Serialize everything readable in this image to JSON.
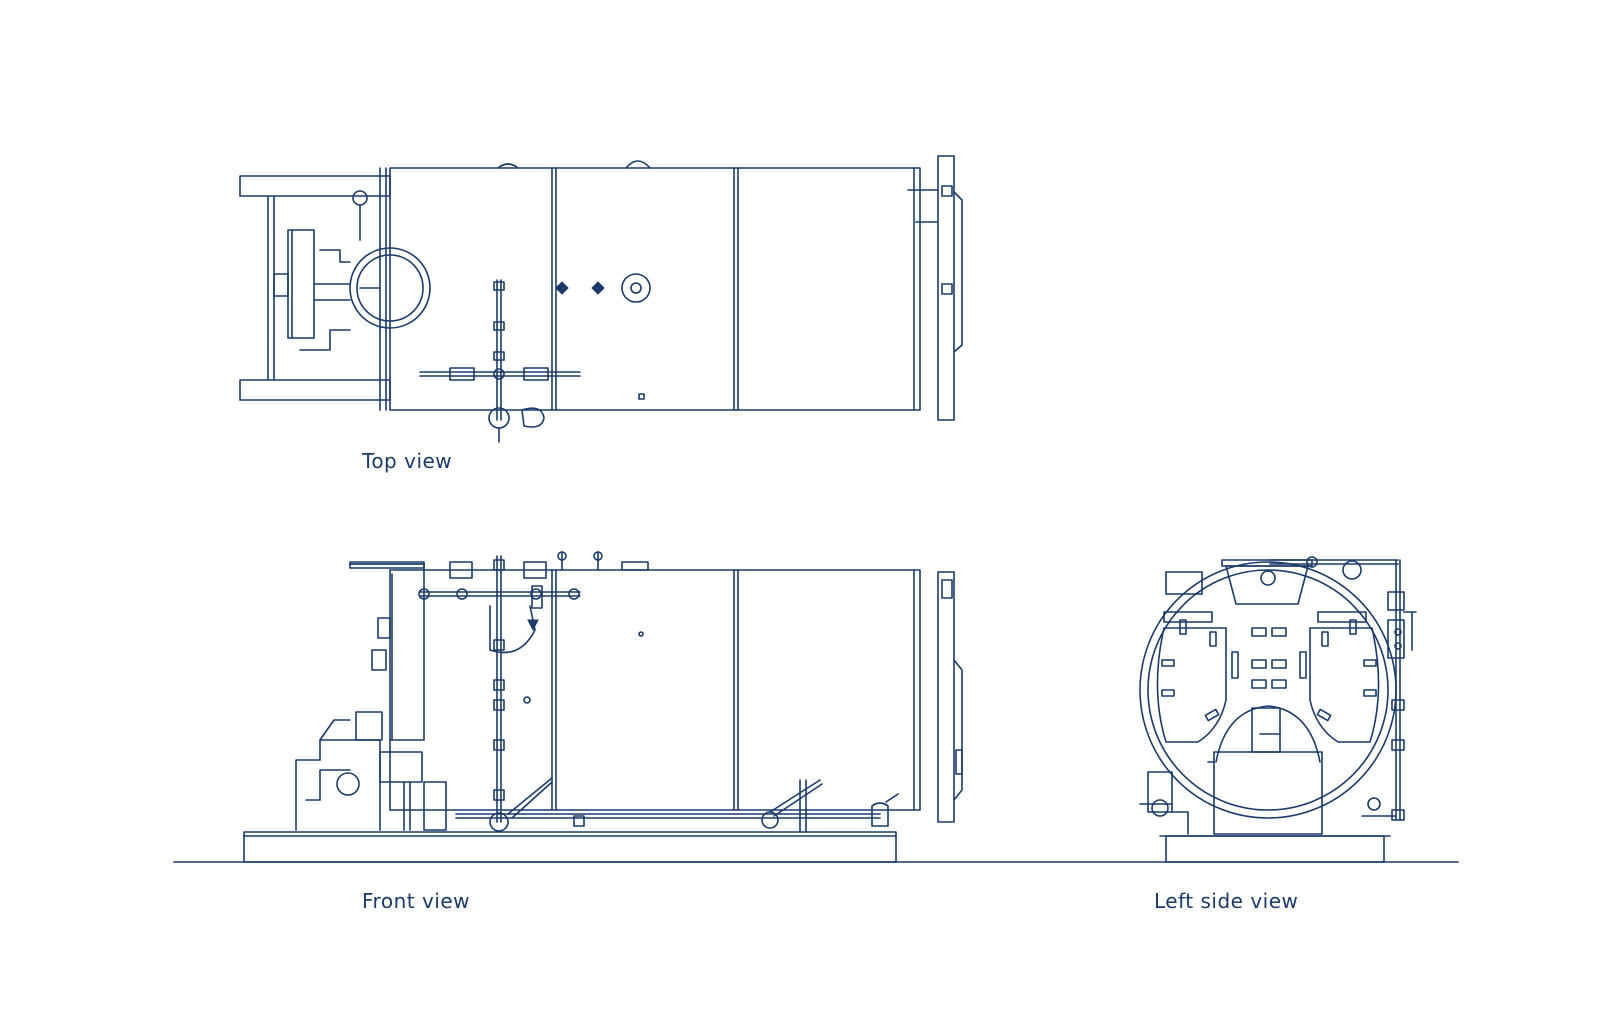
{
  "views": {
    "top": {
      "label": "Top view"
    },
    "front": {
      "label": "Front view"
    },
    "side": {
      "label": "Left side view"
    }
  },
  "colors": {
    "line": "#1b3a6b",
    "background": "#ffffff"
  }
}
